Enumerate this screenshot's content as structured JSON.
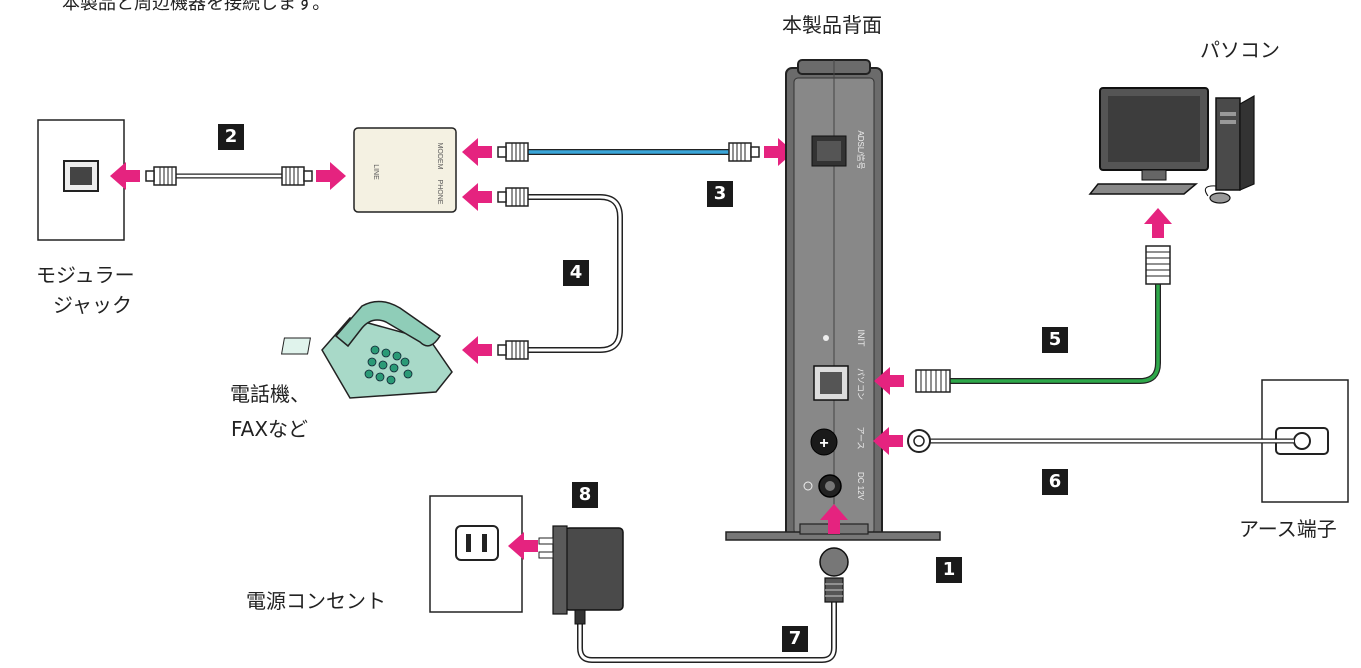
{
  "heading": "本製品と周辺機器を接続します。",
  "devices": {
    "router_rear": "本製品背面",
    "pc": "パソコン",
    "wall_jack_line1": "モジュラー",
    "wall_jack_line2": "ジャック",
    "phone_line1": "電話機、",
    "phone_line2": "FAXなど",
    "power_outlet": "電源コンセント",
    "earth_terminal": "アース端子"
  },
  "splitter": {
    "line": "LINE",
    "modem": "MODEM",
    "phone": "PHONE"
  },
  "router_ports": {
    "adsl": "ADSL/信号",
    "init": "INIT",
    "pc_port": "パソコン",
    "earth": "アース",
    "dc": "DC 12V"
  },
  "steps": [
    "1",
    "2",
    "3",
    "4",
    "5",
    "6",
    "7",
    "8"
  ],
  "colors": {
    "arrow": "#e5237f",
    "adsl_cable": "#3aa6d9",
    "lan_cable": "#2ea84a",
    "router_body": "#6b6b6b"
  }
}
